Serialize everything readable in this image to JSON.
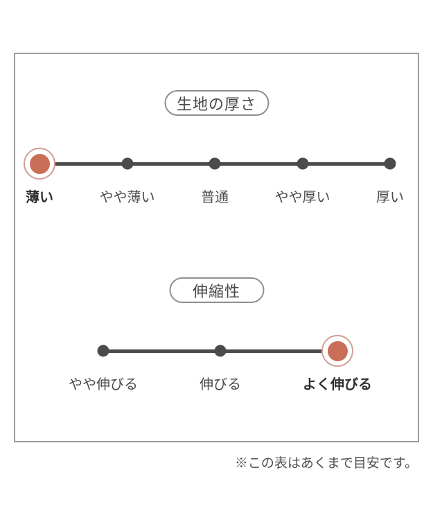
{
  "chart_data": [
    {
      "type": "scale",
      "title": "生地の厚さ",
      "categories": [
        "薄い",
        "やや薄い",
        "普通",
        "やや厚い",
        "厚い"
      ],
      "selected_index": 0,
      "selected_label": "薄い",
      "num_levels": 5
    },
    {
      "type": "scale",
      "title": "伸縮性",
      "categories": [
        "やや伸びる",
        "伸びる",
        "よく伸びる"
      ],
      "selected_index": 2,
      "selected_label": "よく伸びる",
      "num_levels": 3
    }
  ],
  "note": "※この表はあくまで目安です。",
  "colors": {
    "accent": "#c96e57",
    "accent_ring": "#d0a093",
    "scale_line": "#4b4b4b",
    "panel_border": "#9c9c9c",
    "text": "#4a4a4a"
  }
}
